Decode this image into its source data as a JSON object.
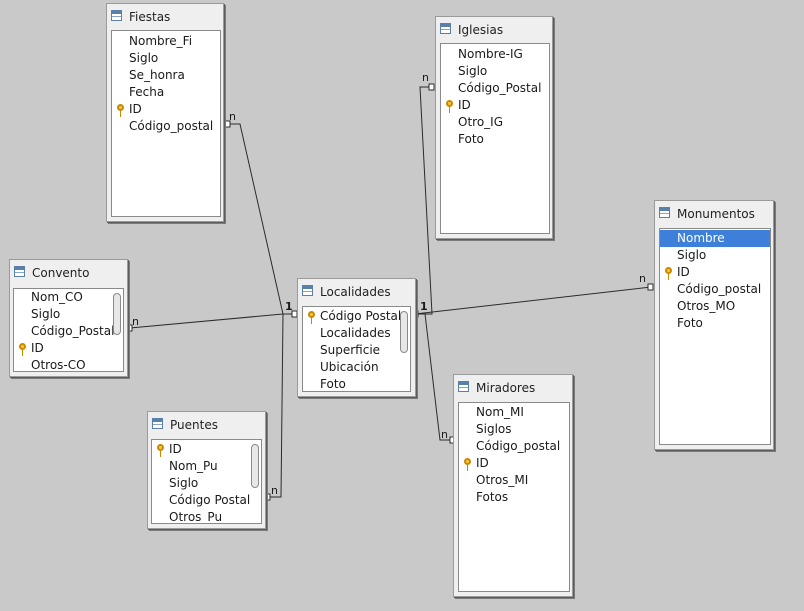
{
  "tables": {
    "fiestas": {
      "title": "Fiestas",
      "fields": [
        {
          "name": "Nombre_Fi",
          "key": false
        },
        {
          "name": "Siglo",
          "key": false
        },
        {
          "name": "Se_honra",
          "key": false
        },
        {
          "name": "Fecha",
          "key": false
        },
        {
          "name": "ID",
          "key": true
        },
        {
          "name": "Código_postal",
          "key": false
        }
      ]
    },
    "iglesias": {
      "title": "Iglesias",
      "fields": [
        {
          "name": "Nombre-IG",
          "key": false
        },
        {
          "name": "Siglo",
          "key": false
        },
        {
          "name": "Código_Postal",
          "key": false
        },
        {
          "name": "ID",
          "key": true
        },
        {
          "name": "Otro_IG",
          "key": false
        },
        {
          "name": "Foto",
          "key": false
        }
      ]
    },
    "monumentos": {
      "title": "Monumentos",
      "fields": [
        {
          "name": "Nombre",
          "key": false,
          "selected": true
        },
        {
          "name": "Siglo",
          "key": false
        },
        {
          "name": "ID",
          "key": true
        },
        {
          "name": "Código_postal",
          "key": false
        },
        {
          "name": "Otros_MO",
          "key": false
        },
        {
          "name": "Foto",
          "key": false
        }
      ]
    },
    "convento": {
      "title": "Convento",
      "fields": [
        {
          "name": "Nom_CO",
          "key": false
        },
        {
          "name": "Siglo",
          "key": false
        },
        {
          "name": "Código_Postal",
          "key": false
        },
        {
          "name": "ID",
          "key": true
        },
        {
          "name": "Otros-CO",
          "key": false
        }
      ]
    },
    "localidades": {
      "title": "Localidades",
      "fields": [
        {
          "name": "Código Postal",
          "key": true
        },
        {
          "name": "Localidades",
          "key": false
        },
        {
          "name": "Superficie",
          "key": false
        },
        {
          "name": "Ubicación",
          "key": false
        },
        {
          "name": "Foto",
          "key": false
        }
      ]
    },
    "puentes": {
      "title": "Puentes",
      "fields": [
        {
          "name": "ID",
          "key": true
        },
        {
          "name": "Nom_Pu",
          "key": false
        },
        {
          "name": "Siglo",
          "key": false
        },
        {
          "name": "Código Postal",
          "key": false
        },
        {
          "name": "Otros_Pu",
          "key": false
        }
      ]
    },
    "miradores": {
      "title": "Miradores",
      "fields": [
        {
          "name": "Nom_MI",
          "key": false
        },
        {
          "name": "Siglos",
          "key": false
        },
        {
          "name": "Código_postal",
          "key": false
        },
        {
          "name": "ID",
          "key": true
        },
        {
          "name": "Otros_MI",
          "key": false
        },
        {
          "name": "Fotos",
          "key": false
        }
      ]
    }
  },
  "relations": [
    {
      "from": "localidades",
      "to": "fiestas",
      "label_one": "1",
      "label_many": "n"
    },
    {
      "from": "localidades",
      "to": "convento",
      "label_one": "1",
      "label_many": "n"
    },
    {
      "from": "localidades",
      "to": "puentes",
      "label_one": "1",
      "label_many": "n"
    },
    {
      "from": "localidades",
      "to": "iglesias",
      "label_one": "1",
      "label_many": "n"
    },
    {
      "from": "localidades",
      "to": "miradores",
      "label_one": "1",
      "label_many": "n"
    },
    {
      "from": "localidades",
      "to": "monumentos",
      "label_one": "1",
      "label_many": "n"
    }
  ],
  "colors": {
    "canvas": "#c9c9c9",
    "selection": "#3d7fd9",
    "key_icon": "#f3c64a"
  },
  "icons": {
    "table": "table-icon",
    "primary_key": "key-icon"
  }
}
